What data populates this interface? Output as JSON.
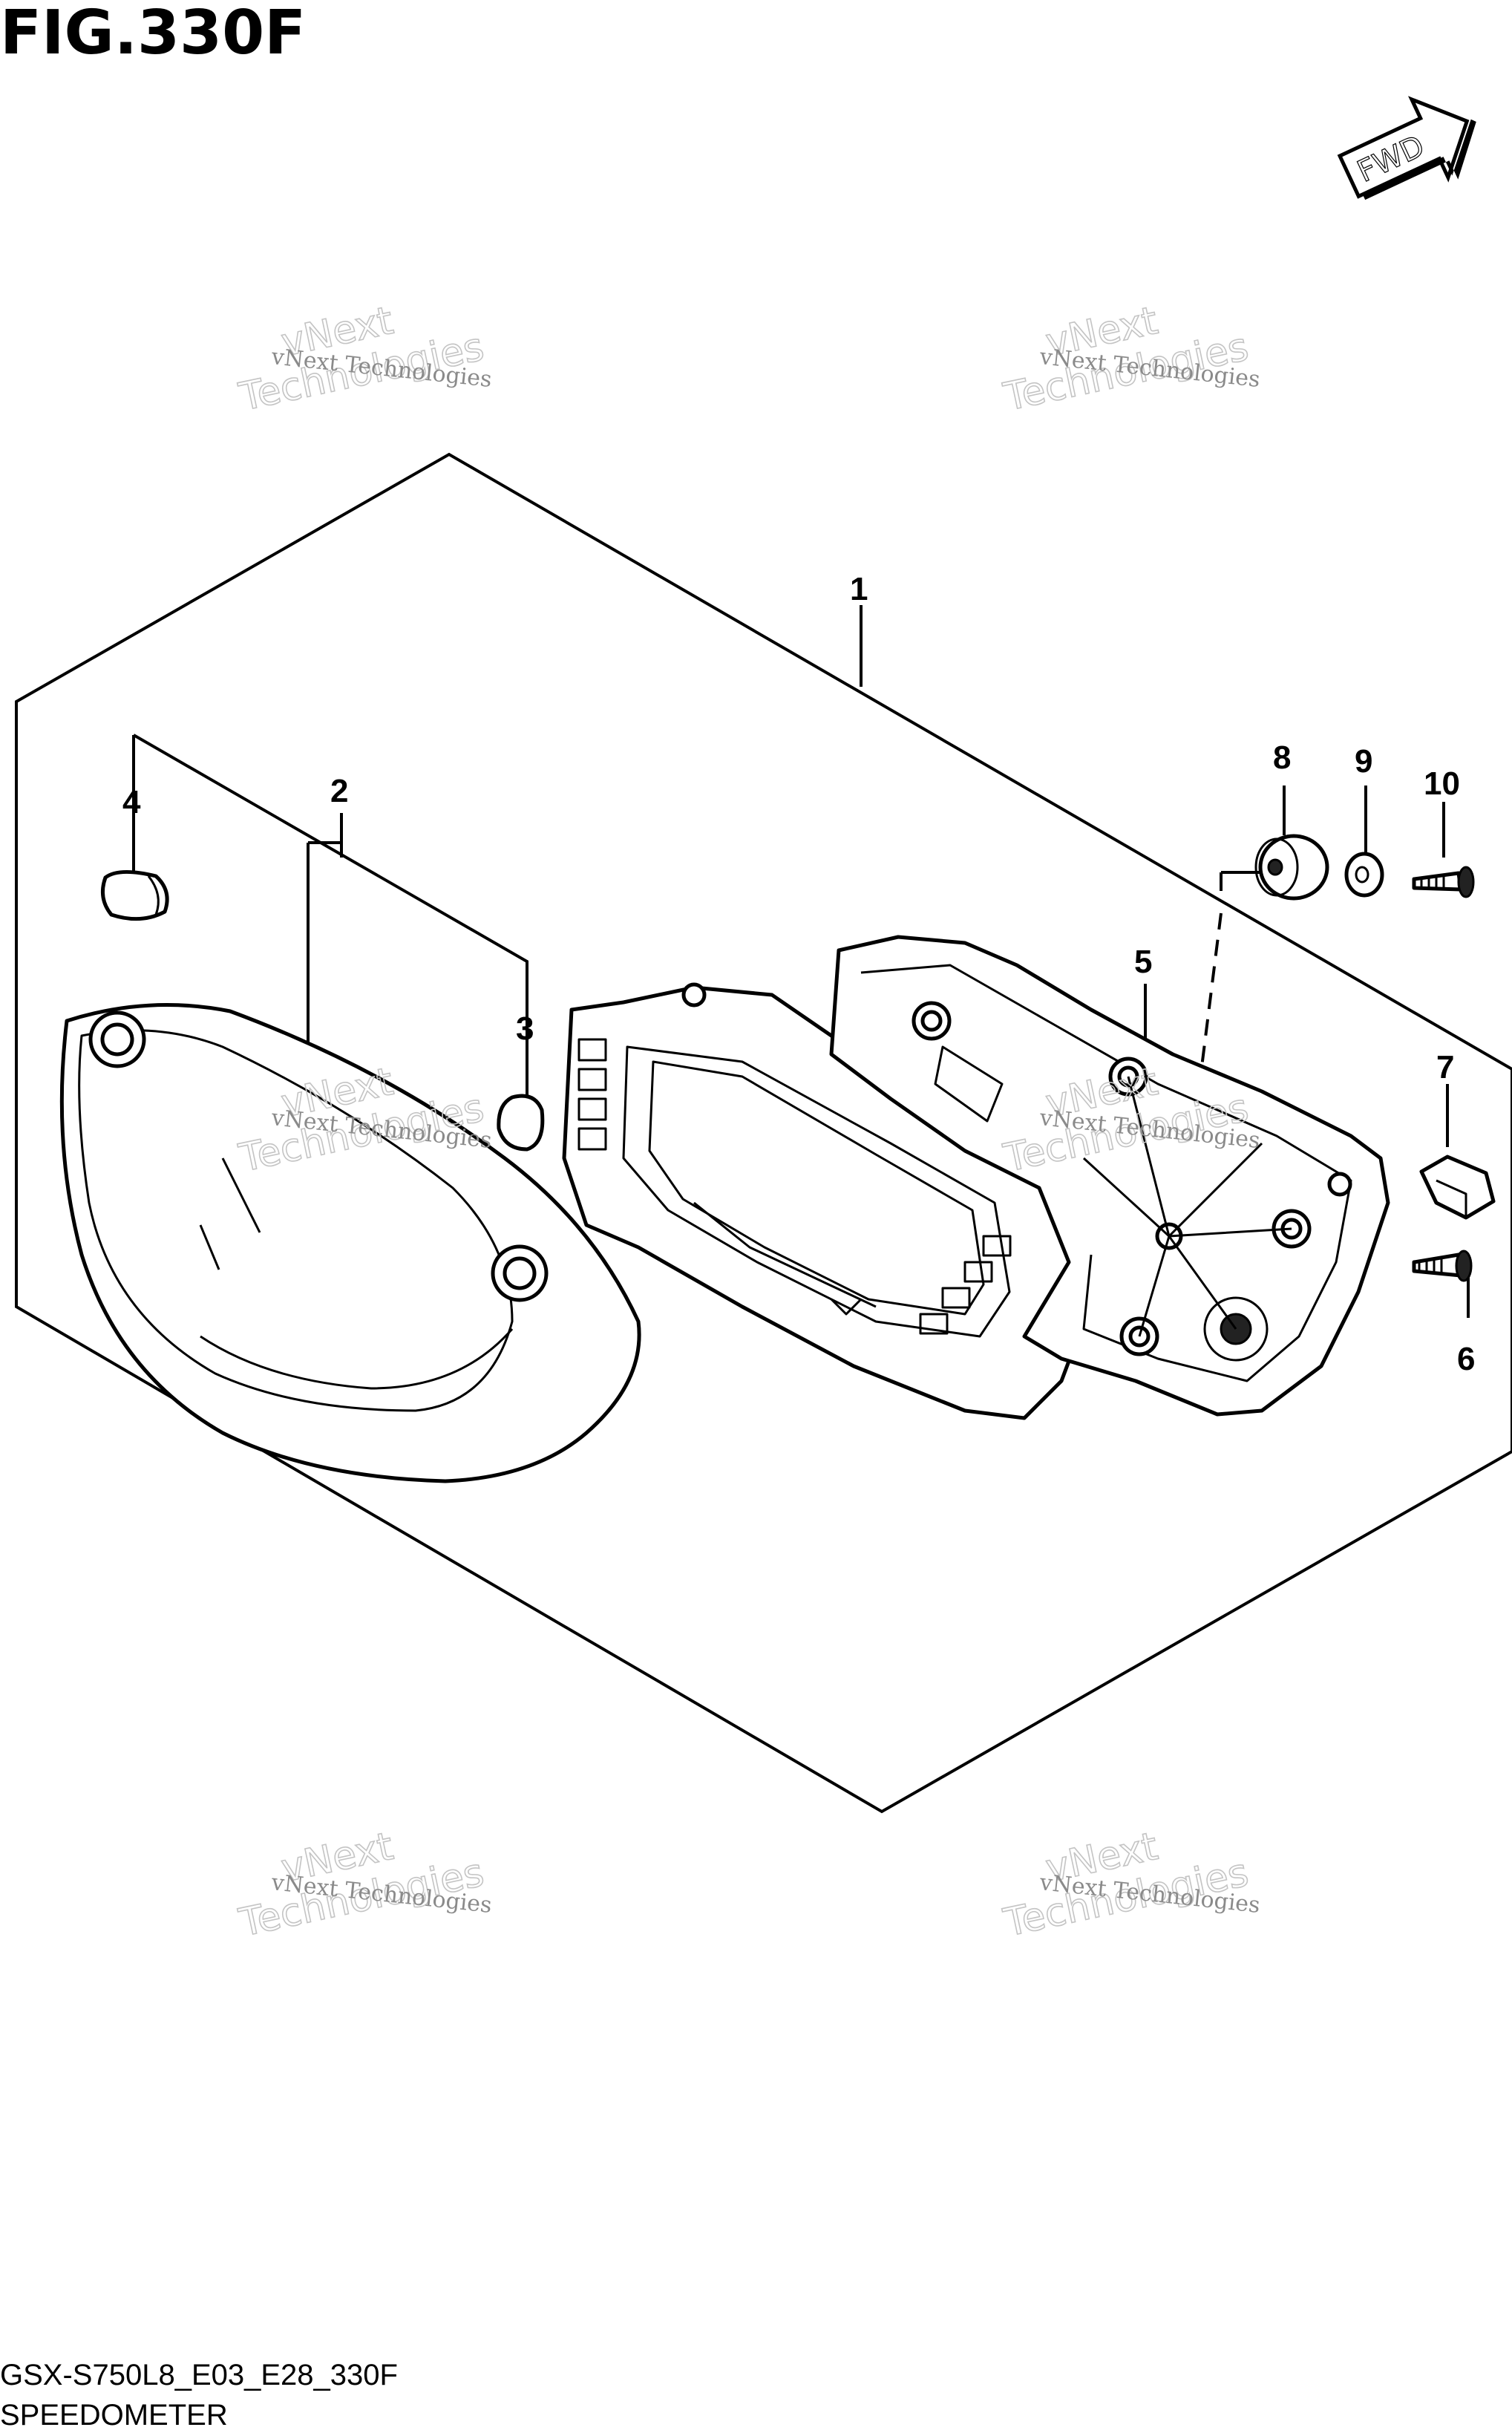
{
  "figure": {
    "title": "FIG.330F",
    "model_code": "GSX-S750L8_E03_E28_330F",
    "caption": "SPEEDOMETER"
  },
  "direction_badge": {
    "label": "FWD",
    "icon": "forward-arrow-icon"
  },
  "watermark": {
    "line1": "vNext Technologies",
    "line2": "vNext",
    "line3": "Technologies"
  },
  "callouts": [
    {
      "id": "1",
      "label": "1"
    },
    {
      "id": "2",
      "label": "2"
    },
    {
      "id": "3",
      "label": "3"
    },
    {
      "id": "4",
      "label": "4"
    },
    {
      "id": "5",
      "label": "5"
    },
    {
      "id": "6",
      "label": "6"
    },
    {
      "id": "7",
      "label": "7"
    },
    {
      "id": "8",
      "label": "8"
    },
    {
      "id": "9",
      "label": "9"
    },
    {
      "id": "10",
      "label": "10"
    }
  ]
}
